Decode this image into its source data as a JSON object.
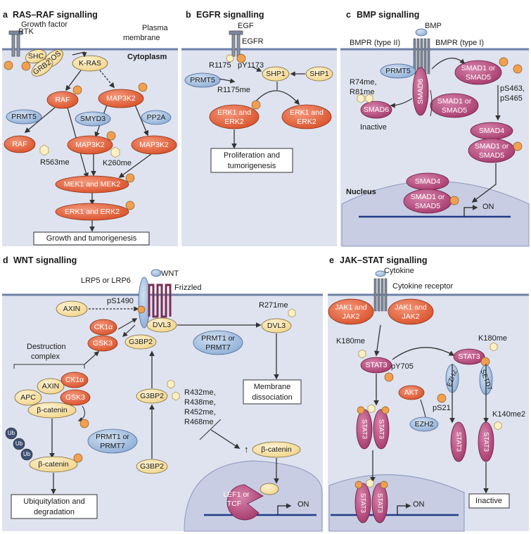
{
  "panels": {
    "a": {
      "letter": "a",
      "title": "RAS–RAF signalling",
      "rtk": "RTK",
      "growth_factor": "Growth factor",
      "plasma": "Plasma",
      "membrane": "membrane",
      "cytoplasm": "Cytoplasm",
      "shc": "SHC",
      "sos": "SOS",
      "grb2": "GRB2",
      "kras": "K-RAS",
      "raf": "RAF",
      "map3k2": "MAP3K2",
      "prmt5": "PRMT5",
      "smyd3": "SMYD3",
      "pp2a": "PP2A",
      "raf2": "RAF",
      "map3k2b": "MAP3K2",
      "map3k2c": "MAP3K2",
      "r563me": "R563me",
      "k260me": "K260me",
      "mek": "MEK1 and MEK2",
      "erk": "ERK1 and ERK2",
      "growth": "Growth and tumorigenesis"
    },
    "b": {
      "letter": "b",
      "title": "EGFR signalling",
      "egf": "EGF",
      "egfr": "EGFR",
      "r1175": "R1175",
      "py1173": "pY1173",
      "prmt5": "PRMT5",
      "r1175me": "R1175me",
      "shp1a": "SHP1",
      "shp1b": "SHP1",
      "erk_l1": "ERK1 and",
      "erk_l2": "ERK2",
      "erk_r1": "ERK1 and",
      "erk_r2": "ERK2",
      "prolif1": "Proliferation and",
      "prolif2": "tumorigenesis"
    },
    "c": {
      "letter": "c",
      "title": "BMP signalling",
      "bmp": "BMP",
      "bmpr2": "BMPR (type II)",
      "bmpr1": "BMPR (type I)",
      "prmt5": "PRMT5",
      "smad6v": "SMAD6",
      "r74me": "R74me,",
      "r81me": "R81me",
      "smad6": "SMAD6",
      "inactive": "Inactive",
      "s15a": "SMAD1 or",
      "s15b": "SMAD5",
      "s15c": "SMAD1 or",
      "s15d": "SMAD5",
      "ps463": "pS463,",
      "ps465": "pS465",
      "smad4": "SMAD4",
      "s15e": "SMAD1 or",
      "s15f": "SMAD5",
      "nucleus": "Nucleus",
      "smad4n": "SMAD4",
      "s15g": "SMAD1 or",
      "s15h": "SMAD5",
      "on": "ON"
    },
    "d": {
      "letter": "d",
      "title": "WNT signalling",
      "wnt": "WNT",
      "lrp": "LRP5 or LRP6",
      "frizzled": "Frizzled",
      "axin": "AXIN",
      "ps1490": "pS1490",
      "ck1a": "CK1α",
      "gsk3": "GSK3",
      "dvl3": "DVL3",
      "g3bp2a": "G3BP2",
      "r271me": "R271me",
      "dvl3b": "DVL3",
      "prmt1a": "PRMT1 or",
      "prmt7a": "PRMT7",
      "destr1": "Destruction",
      "destr2": "complex",
      "axin2": "AXIN",
      "ck1a2": "CK1α",
      "apc": "APC",
      "gsk3b": "GSK3",
      "bcat": "β-catenin",
      "g3bp2b": "G3BP2",
      "r432": "R432me,",
      "r438": "R438me,",
      "r452": "R452me,",
      "r468": "R468me",
      "memb1": "Membrane",
      "memb2": "dissociation",
      "ub": "Ub",
      "bcat2": "β-catenin",
      "prmt1b": "PRMT1 or",
      "prmt7b": "PRMT7",
      "g3bp2c": "G3BP2",
      "up": "↑",
      "bcat3": "β-catenin",
      "ubiq1": "Ubiquitylation and",
      "ubiq2": "degradation",
      "lef1": "LEF1 or",
      "tcf": "TCF",
      "on": "ON"
    },
    "e": {
      "letter": "e",
      "title": "JAK–STAT signalling",
      "cytokine": "Cytokine",
      "receptor": "Cytokine receptor",
      "jak_l1": "JAK1 and",
      "jak_l2": "JAK2",
      "jak_r1": "JAK1 and",
      "jak_r2": "JAK2",
      "k180me": "K180me",
      "k180me2": "K180me",
      "stat3a": "STAT3",
      "py705": "pY705",
      "stat3b": "STAT3",
      "akt": "AKT",
      "ezh2v": "EZH2",
      "setd7": "SETD7",
      "ps21": "pS21",
      "ezh2": "EZH2",
      "stat3c": "STAT3",
      "stat3d": "STAT3",
      "stat3e": "STAT3",
      "stat3f": "STAT3",
      "k140": "K140me2",
      "stat3g": "STAT3",
      "stat3h": "STAT3",
      "inactive": "Inactive",
      "on": "ON"
    }
  },
  "colors": {
    "cytoplasm": "#dfe3ef",
    "membrane": "#6e80a8",
    "nucleus": "#c8cde3",
    "orange": "#e56a3e",
    "magenta": "#b8467c",
    "yellow": "#f8e1a3",
    "blue": "#a9c1e0",
    "phospho": "#f0a050",
    "methyl": "#fdf0c4"
  }
}
